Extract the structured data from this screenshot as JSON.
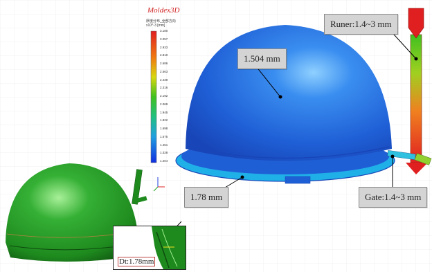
{
  "app": {
    "brand": "Moldex3D"
  },
  "legend": {
    "title_line1": "厚度分布_全部方向",
    "title_line2": "x10^-3 [mm]",
    "ticks": [
      "3.180",
      "3.057",
      "2.933",
      "2.810",
      "2.686",
      "2.563",
      "2.439",
      "2.316",
      "2.192",
      "2.069",
      "1.945",
      "1.822",
      "1.698",
      "1.575",
      "1.451",
      "1.328",
      "1.204"
    ],
    "colors": {
      "high": "#e02020",
      "mid": "#20c020",
      "low": "#1030e0"
    }
  },
  "callouts": {
    "top_thickness": "1.504 mm",
    "edge_thickness": "1.78 mm",
    "runner": "Runer:1.4~3 mm",
    "gate": "Gate:1.4~3 mm"
  },
  "inset": {
    "label": "Dt:1.78mm"
  },
  "colors": {
    "dome_blue": "#1f5fd6",
    "dome_green": "#1e8a1e",
    "callout_bg": "#d4d4d4"
  }
}
